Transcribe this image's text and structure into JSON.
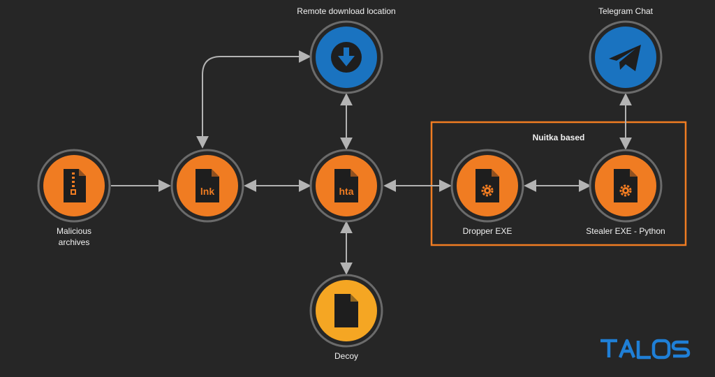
{
  "colors": {
    "background": "#262626",
    "node_orange": "#f07c22",
    "node_blue": "#1a73c0",
    "node_yellow": "#f5a623",
    "ring": "#6b6b6b",
    "arrow": "#b3b3b3",
    "group_border": "#f07c22",
    "brand_blue": "#1f7fd6"
  },
  "nodes": {
    "malicious_archives": {
      "label_line1": "Malicious",
      "label_line2": "archives",
      "icon": "zip-file-icon"
    },
    "lnk": {
      "file_text": "lnk",
      "icon": "lnk-file-icon"
    },
    "hta": {
      "file_text": "hta",
      "icon": "hta-file-icon"
    },
    "remote": {
      "label": "Remote download location",
      "icon": "download-arrow-icon"
    },
    "decoy": {
      "label": "Decoy",
      "icon": "document-icon"
    },
    "dropper": {
      "label": "Dropper EXE",
      "icon": "gear-file-icon"
    },
    "stealer": {
      "label": "Stealer EXE - Python",
      "icon": "gear-file-icon"
    },
    "telegram": {
      "label": "Telegram Chat",
      "icon": "telegram-icon"
    }
  },
  "group": {
    "label": "Nuitka based"
  },
  "brand": {
    "logo_text": "TALOS"
  }
}
